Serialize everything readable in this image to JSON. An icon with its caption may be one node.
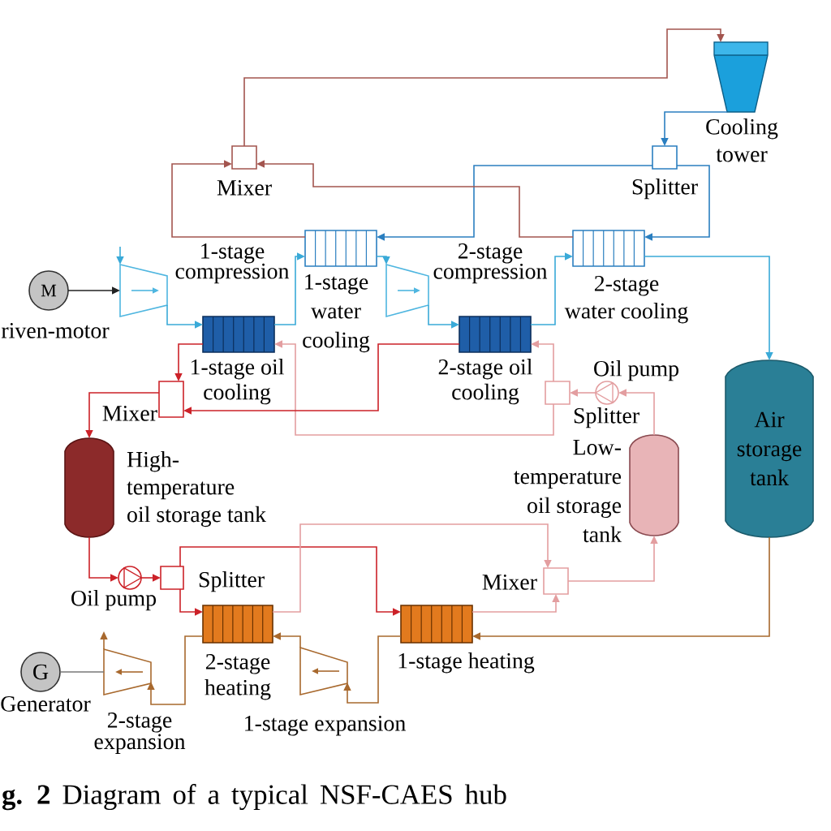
{
  "diagram": {
    "caption": "**g. 2** Diagram of a typical NSF-CAES hub",
    "nodes": [
      {
        "text": [
          "Cooling tower"
        ]
      },
      {
        "text": [
          "Mixer"
        ]
      },
      {
        "text": [
          "Splitter"
        ]
      },
      {
        "text": [
          "1-stage compression"
        ]
      },
      {
        "text": [
          "1-stage water cooling"
        ]
      },
      {
        "text": [
          "2-stage compression"
        ]
      },
      {
        "text": [
          "2-stage water cooling"
        ]
      },
      {
        "text": [
          "M"
        ],
        "beside": [
          "riven-motor"
        ]
      },
      {
        "text": [
          "1-stage oil cooling"
        ]
      },
      {
        "text": [
          "2-stage oil cooling"
        ]
      },
      {
        "text": [
          "Oil pump"
        ]
      },
      {
        "text": [
          "Air storage tank"
        ]
      },
      {
        "text": [
          "Mixer"
        ]
      },
      {
        "text": [
          "Splitter"
        ]
      },
      {
        "text": [
          "High- temperature oil storage tank"
        ]
      },
      {
        "text": [
          "Low- temperature oil storage tank"
        ]
      },
      {
        "text": [
          "Oil pump"
        ]
      },
      {
        "text": [
          "Splitter"
        ]
      },
      {
        "text": [
          "Mixer"
        ]
      },
      {
        "text": [
          "G"
        ],
        "beside": [
          "Generator"
        ]
      },
      {
        "text": [
          "2-stage expansion"
        ]
      },
      {
        "text": [
          "2-stage heating"
        ]
      },
      {
        "text": [
          "1-stage expansion"
        ]
      },
      {
        "text": [
          "1-stage heating"
        ]
      }
    ],
    "edges": [
      {
        "from": 1,
        "to": 0,
        "arrow": "to",
        "color": "#a3554f"
      },
      {
        "from": 0,
        "to": 2,
        "arrow": "to",
        "color": "#2b7fc0"
      },
      {
        "from": 2,
        "to": 4,
        "arrow": "to",
        "color": "#2b7fc0"
      },
      {
        "from": 2,
        "to": 6,
        "arrow": "to",
        "color": "#2b7fc0"
      },
      {
        "from": 4,
        "to": 1,
        "arrow": "to",
        "color": "#a3554f"
      },
      {
        "from": 6,
        "to": 1,
        "arrow": "to",
        "color": "#a3554f"
      },
      {
        "from": null,
        "to": 3,
        "arrow": "to"
      },
      {
        "from": 7,
        "to": 3,
        "arrow": "to",
        "color": "#222222"
      },
      {
        "from": 3,
        "to": 8,
        "arrow": "to"
      },
      {
        "from": 8,
        "to": 4,
        "arrow": "to"
      },
      {
        "from": 4,
        "to": 5,
        "arrow": "to"
      },
      {
        "from": 5,
        "to": 9,
        "arrow": "to"
      },
      {
        "from": 9,
        "to": 6,
        "arrow": "to"
      },
      {
        "from": 6,
        "to": 11,
        "arrow": "to"
      },
      {
        "from": 11,
        "to": 23,
        "arrow": "to",
        "color": "#a8692e"
      },
      {
        "from": 23,
        "to": 22,
        "arrow": "to",
        "color": "#a8692e"
      },
      {
        "from": 22,
        "to": 21,
        "arrow": "to",
        "color": "#a8692e"
      },
      {
        "from": 21,
        "to": 20,
        "arrow": "to",
        "color": "#a8692e"
      },
      {
        "from": 20,
        "to": null,
        "arrow": "to",
        "color": "#a8692e"
      },
      {
        "from": 20,
        "to": 19,
        "arrow": "none",
        "color": "#777777"
      },
      {
        "from": 14,
        "to": 16,
        "arrow": "to",
        "color": "#cc2229"
      },
      {
        "from": 16,
        "to": 17,
        "arrow": "to",
        "color": "#cc2229"
      },
      {
        "from": 17,
        "to": 23,
        "arrow": "to",
        "color": "#cc2229"
      },
      {
        "from": 17,
        "to": 21,
        "arrow": "to",
        "color": "#cc2229"
      },
      {
        "from": 21,
        "to": 18,
        "arrow": "to",
        "color": "#e39ea0"
      },
      {
        "from": 23,
        "to": 18,
        "arrow": "to",
        "color": "#e39ea0"
      },
      {
        "from": 18,
        "to": 15,
        "arrow": "to",
        "color": "#e39ea0"
      },
      {
        "from": 15,
        "to": 10,
        "arrow": "to",
        "color": "#e39ea0"
      },
      {
        "from": 10,
        "to": 13,
        "arrow": "to",
        "color": "#e39ea0"
      },
      {
        "from": 13,
        "to": 8,
        "arrow": "to",
        "color": "#e39ea0"
      },
      {
        "from": 13,
        "to": 9,
        "arrow": "to",
        "color": "#e39ea0"
      },
      {
        "from": 9,
        "to": 12,
        "arrow": "to",
        "color": "#cc2229"
      },
      {
        "from": 8,
        "to": 12,
        "arrow": "to",
        "color": "#cc2229"
      },
      {
        "from": 12,
        "to": 14,
        "arrow": "to",
        "color": "#cc2229"
      }
    ]
  }
}
